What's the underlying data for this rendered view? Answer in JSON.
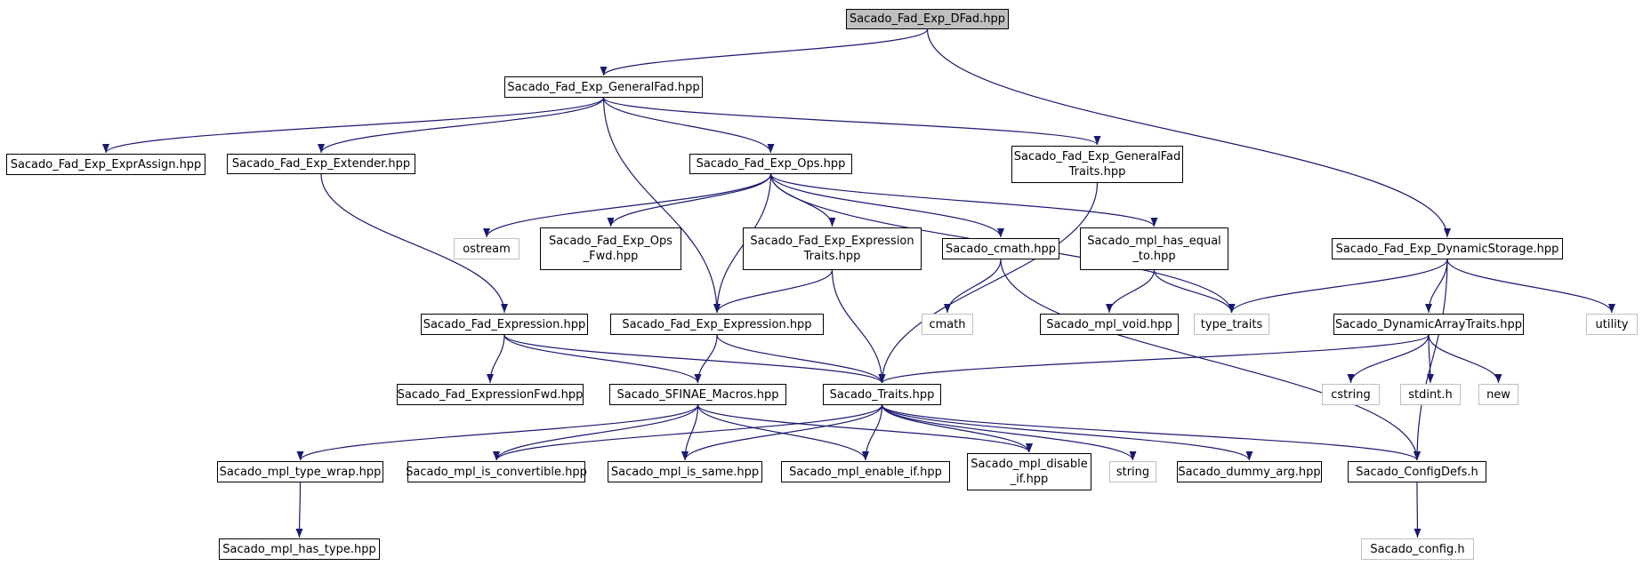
{
  "diagram": {
    "nodes": [
      {
        "id": "dfad",
        "label": "Sacado_Fad_Exp_DFad.hpp",
        "kind": "root"
      },
      {
        "id": "generalfad",
        "label": "Sacado_Fad_Exp_GeneralFad.hpp",
        "kind": "link"
      },
      {
        "id": "exprassign",
        "label": "Sacado_Fad_Exp_ExprAssign.hpp",
        "kind": "link"
      },
      {
        "id": "extender",
        "label": "Sacado_Fad_Exp_Extender.hpp",
        "kind": "link"
      },
      {
        "id": "ops",
        "label": "Sacado_Fad_Exp_Ops.hpp",
        "kind": "link"
      },
      {
        "id": "gftraits",
        "label": "Sacado_Fad_Exp_GeneralFad\nTraits.hpp",
        "kind": "link"
      },
      {
        "id": "dynstorage",
        "label": "Sacado_Fad_Exp_DynamicStorage.hpp",
        "kind": "link"
      },
      {
        "id": "ostream",
        "label": "ostream",
        "kind": "sys"
      },
      {
        "id": "opsfwd",
        "label": "Sacado_Fad_Exp_Ops\n_Fwd.hpp",
        "kind": "link"
      },
      {
        "id": "exprtraits",
        "label": "Sacado_Fad_Exp_Expression\nTraits.hpp",
        "kind": "link"
      },
      {
        "id": "cmath_hpp",
        "label": "Sacado_cmath.hpp",
        "kind": "link"
      },
      {
        "id": "hasequal",
        "label": "Sacado_mpl_has_equal\n_to.hpp",
        "kind": "link"
      },
      {
        "id": "utility",
        "label": "utility",
        "kind": "sys"
      },
      {
        "id": "fadexpr",
        "label": "Sacado_Fad_Expression.hpp",
        "kind": "link"
      },
      {
        "id": "expexpr",
        "label": "Sacado_Fad_Exp_Expression.hpp",
        "kind": "link"
      },
      {
        "id": "cmath",
        "label": "cmath",
        "kind": "sys"
      },
      {
        "id": "mplvoid",
        "label": "Sacado_mpl_void.hpp",
        "kind": "link"
      },
      {
        "id": "typetraits",
        "label": "type_traits",
        "kind": "sys"
      },
      {
        "id": "dynarray",
        "label": "Sacado_DynamicArrayTraits.hpp",
        "kind": "link"
      },
      {
        "id": "exprfwd",
        "label": "Sacado_Fad_ExpressionFwd.hpp",
        "kind": "link"
      },
      {
        "id": "sfinae",
        "label": "Sacado_SFINAE_Macros.hpp",
        "kind": "link"
      },
      {
        "id": "traits",
        "label": "Sacado_Traits.hpp",
        "kind": "link"
      },
      {
        "id": "cstring",
        "label": "cstring",
        "kind": "sys"
      },
      {
        "id": "stdint",
        "label": "stdint.h",
        "kind": "sys"
      },
      {
        "id": "new",
        "label": "new",
        "kind": "sys"
      },
      {
        "id": "typewrap",
        "label": "Sacado_mpl_type_wrap.hpp",
        "kind": "link"
      },
      {
        "id": "isconv",
        "label": "Sacado_mpl_is_convertible.hpp",
        "kind": "link"
      },
      {
        "id": "issame",
        "label": "Sacado_mpl_is_same.hpp",
        "kind": "link"
      },
      {
        "id": "enableif",
        "label": "Sacado_mpl_enable_if.hpp",
        "kind": "link"
      },
      {
        "id": "disableif",
        "label": "Sacado_mpl_disable\n_if.hpp",
        "kind": "link"
      },
      {
        "id": "string",
        "label": "string",
        "kind": "sys"
      },
      {
        "id": "dummyarg",
        "label": "Sacado_dummy_arg.hpp",
        "kind": "link"
      },
      {
        "id": "configdefs",
        "label": "Sacado_ConfigDefs.h",
        "kind": "link"
      },
      {
        "id": "hastype",
        "label": "Sacado_mpl_has_type.hpp",
        "kind": "link"
      },
      {
        "id": "config",
        "label": "Sacado_config.h",
        "kind": "sys"
      }
    ],
    "edges": [
      [
        "dfad",
        "generalfad"
      ],
      [
        "dfad",
        "dynstorage"
      ],
      [
        "generalfad",
        "exprassign"
      ],
      [
        "generalfad",
        "extender"
      ],
      [
        "generalfad",
        "ops"
      ],
      [
        "generalfad",
        "gftraits"
      ],
      [
        "generalfad",
        "expexpr"
      ],
      [
        "extender",
        "fadexpr"
      ],
      [
        "ops",
        "ostream"
      ],
      [
        "ops",
        "opsfwd"
      ],
      [
        "ops",
        "exprtraits"
      ],
      [
        "ops",
        "cmath_hpp"
      ],
      [
        "ops",
        "hasequal"
      ],
      [
        "ops",
        "typetraits"
      ],
      [
        "ops",
        "expexpr"
      ],
      [
        "gftraits",
        "traits"
      ],
      [
        "exprtraits",
        "expexpr"
      ],
      [
        "exprtraits",
        "traits"
      ],
      [
        "cmath_hpp",
        "cmath"
      ],
      [
        "cmath_hpp",
        "configdefs"
      ],
      [
        "hasequal",
        "mplvoid"
      ],
      [
        "hasequal",
        "typetraits"
      ],
      [
        "dynstorage",
        "typetraits"
      ],
      [
        "dynstorage",
        "dynarray"
      ],
      [
        "dynstorage",
        "utility"
      ],
      [
        "dynstorage",
        "configdefs"
      ],
      [
        "dynarray",
        "traits"
      ],
      [
        "dynarray",
        "cstring"
      ],
      [
        "dynarray",
        "stdint"
      ],
      [
        "dynarray",
        "new"
      ],
      [
        "fadexpr",
        "exprfwd"
      ],
      [
        "fadexpr",
        "sfinae"
      ],
      [
        "fadexpr",
        "traits"
      ],
      [
        "expexpr",
        "sfinae"
      ],
      [
        "expexpr",
        "traits"
      ],
      [
        "sfinae",
        "typewrap"
      ],
      [
        "sfinae",
        "isconv"
      ],
      [
        "sfinae",
        "issame"
      ],
      [
        "sfinae",
        "enableif"
      ],
      [
        "sfinae",
        "disableif"
      ],
      [
        "traits",
        "isconv"
      ],
      [
        "traits",
        "issame"
      ],
      [
        "traits",
        "enableif"
      ],
      [
        "traits",
        "disableif"
      ],
      [
        "traits",
        "string"
      ],
      [
        "traits",
        "dummyarg"
      ],
      [
        "traits",
        "configdefs"
      ],
      [
        "typewrap",
        "hastype"
      ],
      [
        "configdefs",
        "config"
      ]
    ],
    "colors": {
      "edge": "#191970",
      "box_border": "#000000",
      "sys_border": "#bfbfbf",
      "root_fill": "#bfbfbf"
    }
  }
}
